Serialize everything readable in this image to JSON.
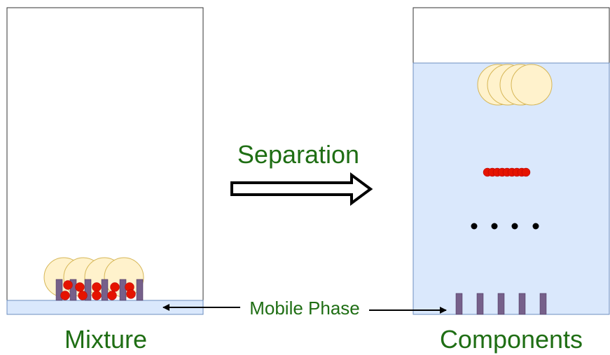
{
  "labels": {
    "process": "Separation",
    "mobile_phase": "Mobile Phase",
    "left_caption": "Mixture",
    "right_caption": "Components"
  },
  "colors": {
    "label_green": "#1f6e14",
    "liquid": "#dae8fc",
    "liquid_border": "#6c8ebf",
    "large_particle": "#fff2cc",
    "large_particle_border": "#d6b656",
    "red_particle": "#e51400",
    "rod": "#76608a",
    "dot": "#000000"
  },
  "icons": {
    "process_arrow": "block-arrow-right",
    "mobile_phase_arrows": "double-headed-arrow"
  }
}
